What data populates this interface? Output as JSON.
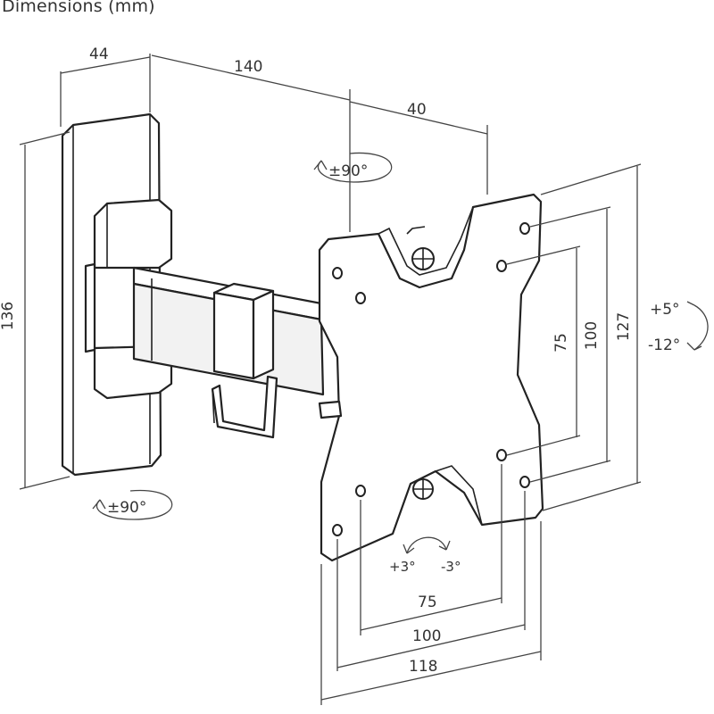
{
  "title": "Dimensions (mm)",
  "dimensions": {
    "wall_depth": "44",
    "arm_length": "140",
    "plate_depth": "40",
    "wall_height": "136",
    "hole_v_75": "75",
    "hole_v_100": "100",
    "plate_height": "127",
    "hole_h_75": "75",
    "hole_h_100": "100",
    "plate_width": "118"
  },
  "rotations": {
    "swivel_top": "±90°",
    "swivel_bottom": "±90°",
    "tilt_up": "+5°",
    "tilt_down": "-12°",
    "rotate_left": "+3°",
    "rotate_right": "-3°"
  }
}
